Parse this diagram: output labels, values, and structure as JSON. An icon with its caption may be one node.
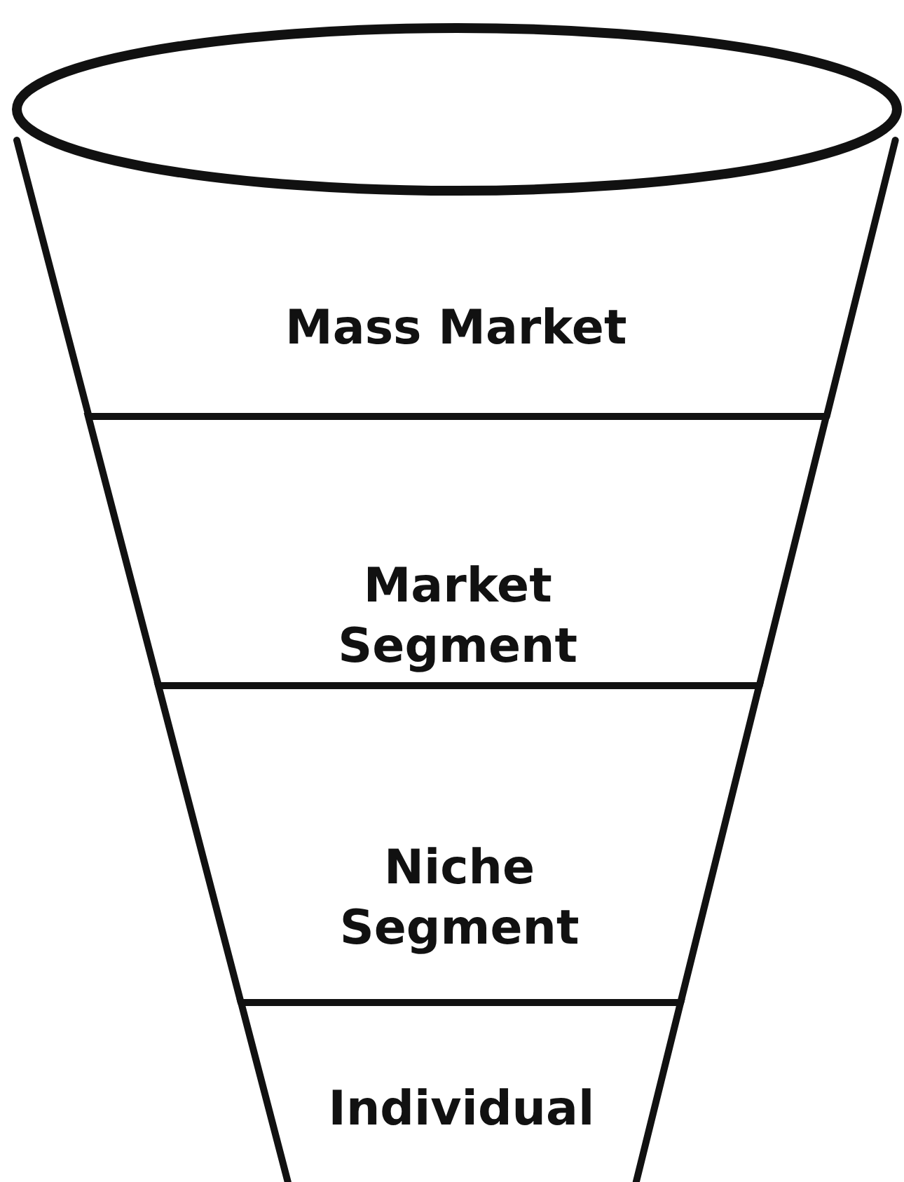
{
  "diagram": {
    "nodes": [
      {
        "text": [],
        "shape": "ellipse"
      },
      {
        "text": [
          "Mass Market"
        ]
      },
      {
        "text": [
          "Market Segment"
        ]
      },
      {
        "text": [
          "Niche Segment"
        ]
      },
      {
        "text": [
          "Individual"
        ]
      }
    ]
  }
}
